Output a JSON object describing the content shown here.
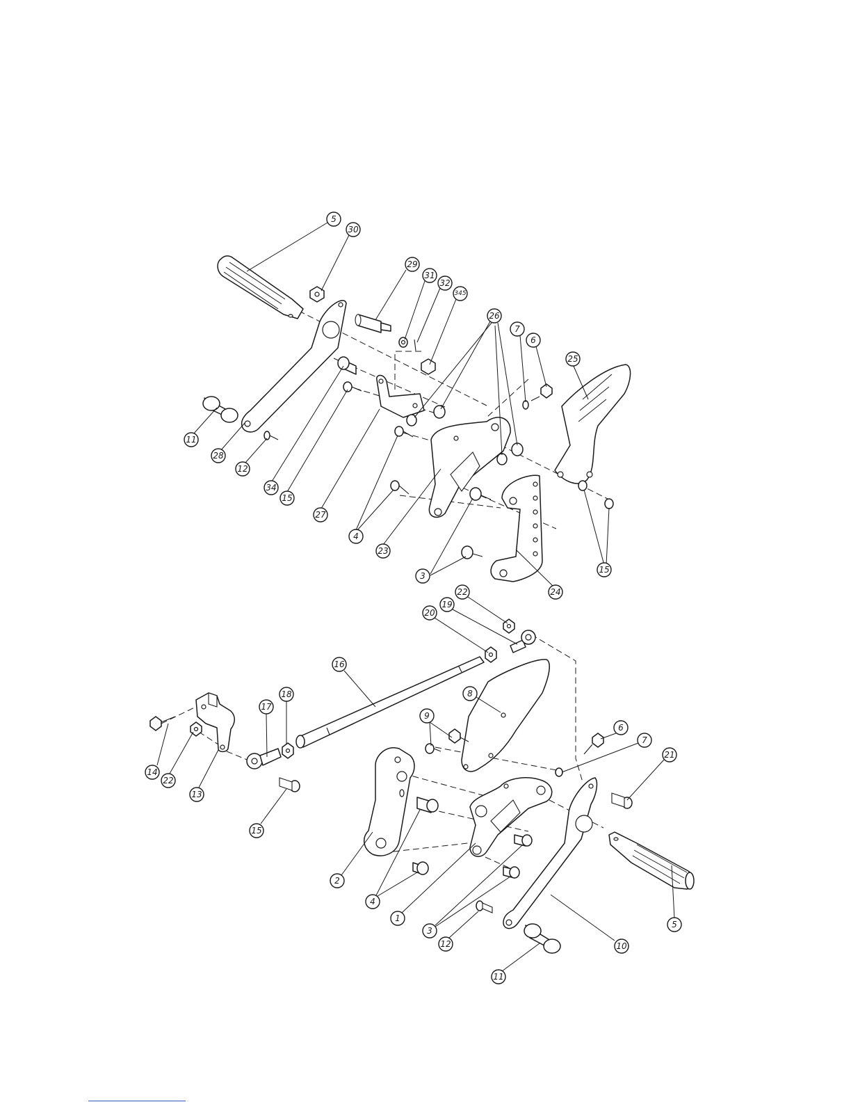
{
  "diagram": {
    "upper_assembly": {
      "callouts": [
        "5",
        "30",
        "29",
        "31",
        "32",
        "345",
        "26",
        "7",
        "6",
        "25",
        "11",
        "28",
        "12",
        "34",
        "15",
        "27",
        "4",
        "23",
        "3",
        "24",
        "15"
      ]
    },
    "lower_assembly": {
      "callouts": [
        "22",
        "19",
        "20",
        "16",
        "18",
        "17",
        "14",
        "22",
        "13",
        "15",
        "9",
        "8",
        "6",
        "7",
        "21",
        "2",
        "4",
        "1",
        "3",
        "12",
        "10",
        "5",
        "11"
      ]
    }
  },
  "colors": {
    "line": "#1a1a1a",
    "background": "#ffffff",
    "footer_rule": "#3a56b8"
  }
}
